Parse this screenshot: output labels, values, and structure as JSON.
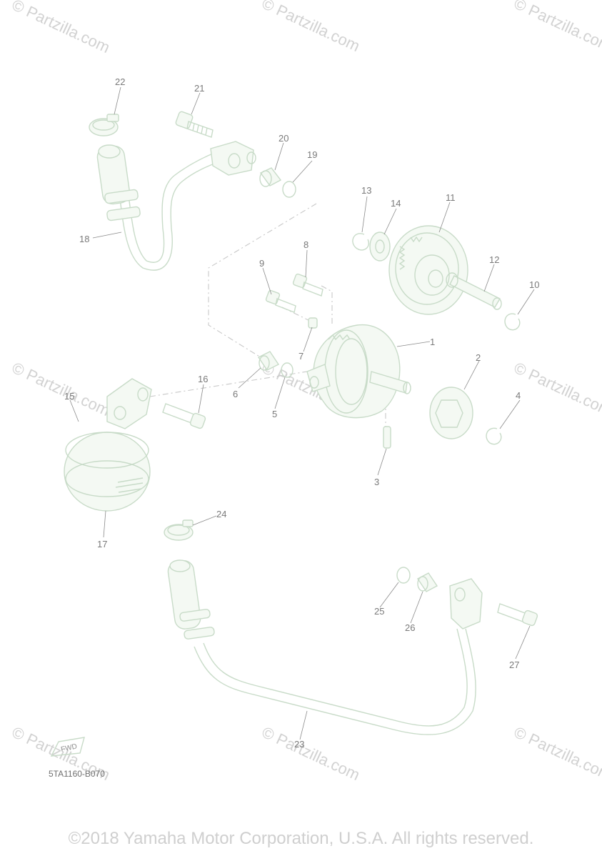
{
  "diagram": {
    "callouts": [
      "1",
      "2",
      "3",
      "4",
      "5",
      "6",
      "7",
      "8",
      "9",
      "10",
      "11",
      "12",
      "13",
      "14",
      "15",
      "16",
      "17",
      "18",
      "19",
      "20",
      "21",
      "22",
      "23",
      "24",
      "25",
      "26",
      "27"
    ],
    "diagram_code": "5TA1160-B070",
    "fwd_label": "FWD"
  },
  "watermark": {
    "text": "© Partzilla.com"
  },
  "footer": {
    "copyright": "©2018 Yamaha Motor Corporation, U.S.A. All rights reserved."
  },
  "colors": {
    "part_line": "#c8dbc8",
    "text": "#7a7a7a",
    "watermark": "#d2d2d2"
  }
}
